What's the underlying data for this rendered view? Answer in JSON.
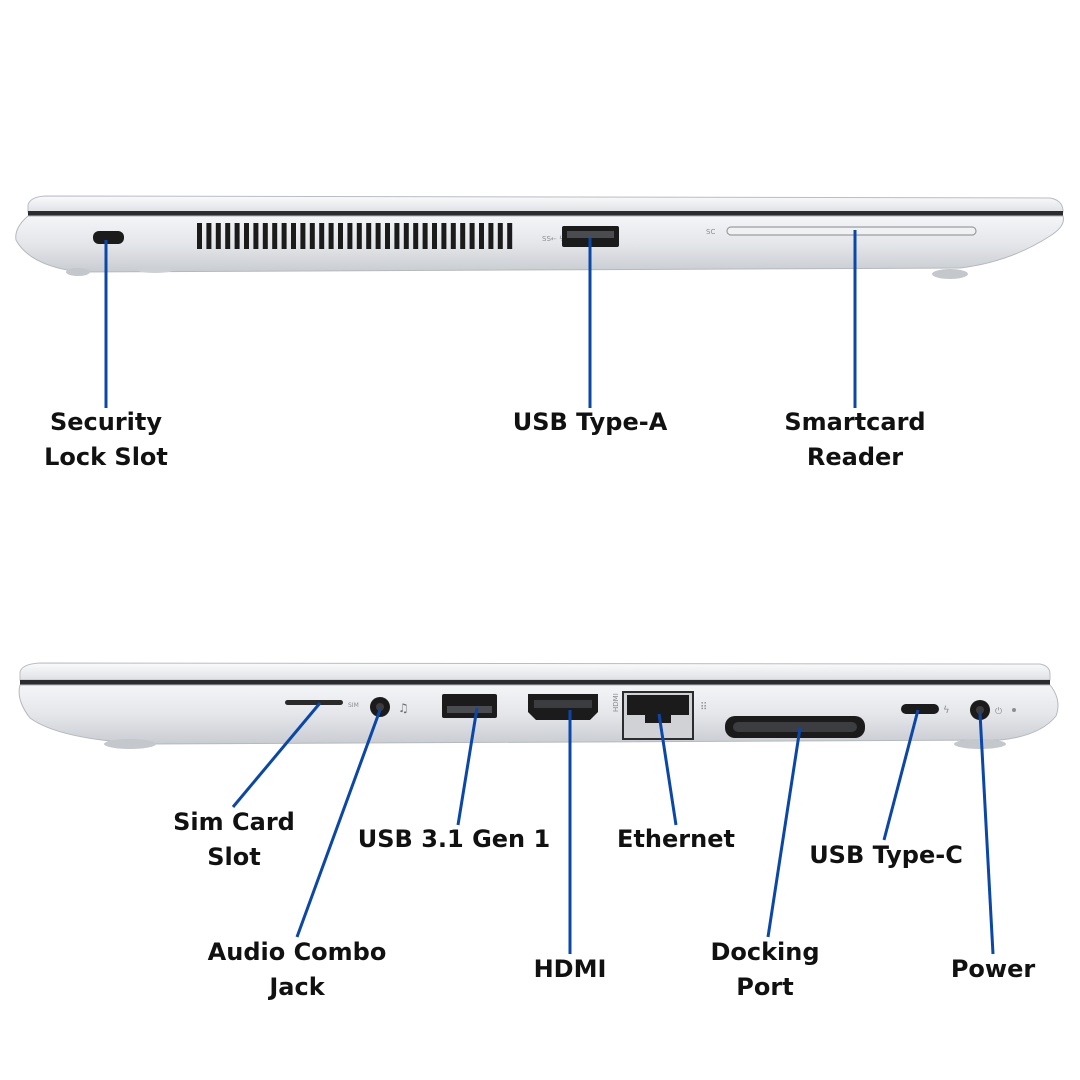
{
  "colors": {
    "pointer": "#0b47a8",
    "chassis": "#dadde2",
    "port": "#1b1b1b"
  },
  "top_view": {
    "engraving_usb": "SS⇠ ϟ",
    "engraving_sc": "SC",
    "labels": {
      "security": [
        "Security",
        "Lock Slot"
      ],
      "usb_a": "USB Type-A",
      "smartcard": [
        "Smartcard",
        "Reader"
      ]
    }
  },
  "bottom_view": {
    "engraving_sim": "SIM",
    "engraving_hdmi": "HDMI",
    "labels": {
      "sim": [
        "Sim Card",
        "Slot"
      ],
      "audio": [
        "Audio Combo",
        "Jack"
      ],
      "usb31": "USB 3.1 Gen 1",
      "hdmi": "HDMI",
      "ethernet": "Ethernet",
      "docking": [
        "Docking",
        "Port"
      ],
      "usb_c": "USB Type-C",
      "power": "Power"
    }
  }
}
